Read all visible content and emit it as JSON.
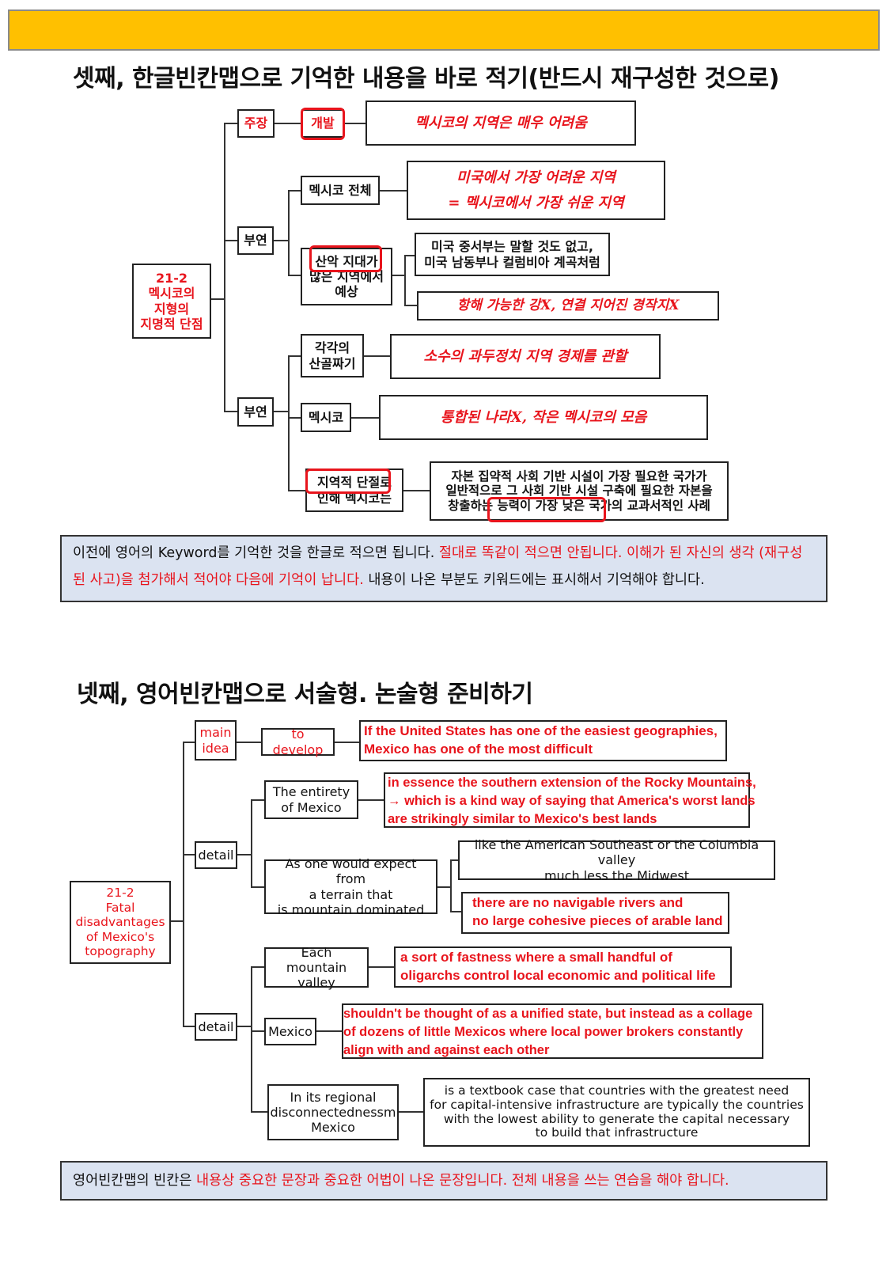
{
  "section3": {
    "heading": "셋째, 한글빈칸맵으로 기억한 내용을 바로 적기(반드시 재구성한 것으로)",
    "root": "21-2\n멕시코의\n지형의\n지명적 단점",
    "claim_label": "주장",
    "claim_key": "개발",
    "claim_text": "멕시코의 지역은 매우 어려움",
    "detail1_label": "부연",
    "mexico_whole": "멕시코 전체",
    "mexico_whole_text_1": "미국에서 가장 어려운 지역",
    "mexico_whole_text_2": "= 멕시코에서 가장 쉬운 지역",
    "terrain_box": "산악 지대가\n많은 지역에서\n예상",
    "terrain_text_1": "미국 중서부는 말할 것도 없고,\n미국 남동부나 컬럼비아 계곡처럼",
    "terrain_text_2": "항해 가능한 강X, 연결 지어진 경작지X",
    "detail2_label": "부연",
    "valley_box": "각각의\n산골짜기",
    "valley_text": "소수의 과두정치 지역 경제를 관할",
    "mexico_box": "멕시코",
    "mexico_text": "통합된 나라X, 작은 멕시코의 모음",
    "disconnect_box": "지역적 단절로\n인해 멕시코는",
    "disconnect_text": "자본 집약적 사회 기반 시설이 가장 필요한 국가가\n일반적으로 그 사회 기반 시설 구축에 필요한 자본을\n창출하는 능력이 가장 낮은 국가의 교과서적인 사례",
    "note_black_1": "이전에 영어의 Keyword를 기억한 것을 한글로 적으면 됩니다.",
    "note_red_1": " 절대로 똑같이 적으면 안됩니다. 이해가 된  자신의 생각 (재구성된 사고)을 첨가해서 적어야 다음에 기억이 납니다.",
    "note_black_2": "  내용이 나온 부분도 키워드에는 표시해서 기억해야 합니다."
  },
  "section4": {
    "heading": "넷째, 영어빈칸맵으로 서술형. 논술형 준비하기",
    "root": "21-2\nFatal\ndisadvantages\nof Mexico's\ntopography",
    "main_idea_label": "main\nidea",
    "to_develop": "to develop",
    "main_text": "If the United States has one of the easiest geographies,\nMexico has one of the most difficult",
    "detail1_label": "detail",
    "entirety_box": "The entirety\nof Mexico",
    "entirety_text": "in essence the southern extension of the Rocky Mountains,\n→ which is a kind way of saying that America's worst lands\nare strikingly similar to Mexico's best lands",
    "terrain_box": "As one would expect from\na terrain that\nis mountain dominated",
    "terrain_text_1": "like the American Southeast or the Columbia valley\nmuch less the Midwest",
    "terrain_text_2": "there are no navigable rivers and\nno large cohesive pieces of arable land",
    "detail2_label": "detail",
    "valley_box": "Each mountain\nvalley",
    "valley_text": "a sort of fastness where a small handful of\noligarchs control local economic and political life",
    "mexico_box": "Mexico",
    "mexico_text": "shouldn't be thought of as a unified state, but instead as a collage\nof dozens of little Mexicos where local power brokers constantly\nalign with and against each other",
    "disconnect_box": "In its regional\ndisconnectednessm\nMexico",
    "disconnect_text": "is a textbook case that countries with the greatest need\nfor capital-intensive infrastructure are typically the countries\nwith the lowest ability to generate the capital necessary\nto build that infrastructure",
    "note_black": "영어빈칸맵의 빈칸은 ",
    "note_red": "내용상 중요한 문장과 중요한 어법이 나온 문장입니다. 전체 내용을 쓰는 연습을 해야 합니다."
  },
  "colors": {
    "banner": "#FFC000",
    "accent_red": "#e8141c",
    "note_bg": "#dbe3f1"
  }
}
